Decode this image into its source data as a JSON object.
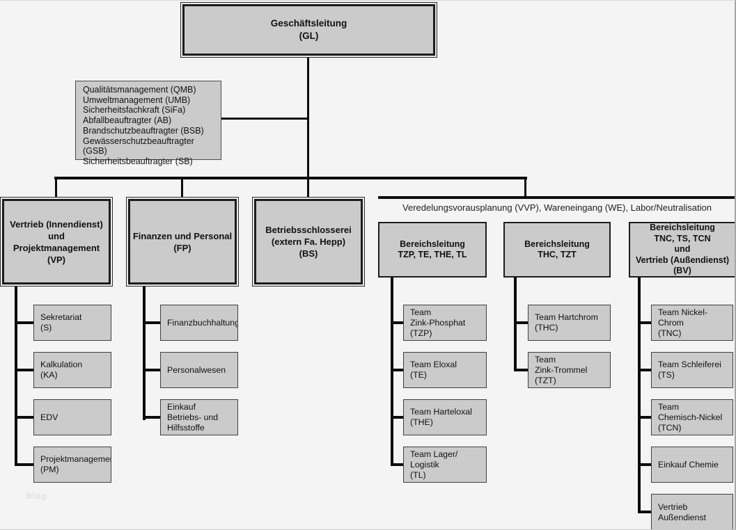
{
  "colors": {
    "background": "#f4f4f4",
    "box_fill": "#cbcbcb",
    "box_border": "#1c1c1c",
    "connector": "#0c0c0c"
  },
  "watermark": "blog",
  "top": {
    "label": "Geschäftsleitung\n(GL)"
  },
  "staff_box": {
    "lines": [
      "Qualitätsmanagement (QMB)",
      "Umweltmanagement (UMB)",
      "Sicherheitsfachkraft (SiFa)",
      "Abfallbeauftragter (AB)",
      "Brandschutzbeauftragter (BSB)",
      "Gewässerschutzbeauftragter (GSB)",
      "Sicherheitsbeauftragter (SB)"
    ]
  },
  "group_label": "Veredelungsvorausplanung (VVP), Wareneingang (WE), Labor/Neutralisation",
  "departments": [
    {
      "id": "vp",
      "label": "Vertrieb (Innendienst)\nund\nProjektmanagement\n(VP)",
      "children": [
        "Sekretariat\n(S)",
        "Kalkulation\n(KA)",
        "EDV",
        "Projektmanagement\n(PM)"
      ]
    },
    {
      "id": "fp",
      "label": "Finanzen und Personal\n(FP)",
      "children": [
        "Finanzbuchhaltung",
        "Personalwesen",
        "Einkauf\nBetriebs- und\nHilfsstoffe"
      ]
    },
    {
      "id": "bs",
      "label": "Betriebsschlosserei\n(extern Fa. Hepp)\n(BS)",
      "children": []
    },
    {
      "id": "bl1",
      "label": "Bereichsleitung\nTZP, TE, THE, TL",
      "children": [
        "Team\nZink-Phosphat\n(TZP)",
        "Team Eloxal\n(TE)",
        "Team Harteloxal\n(THE)",
        "Team Lager/ Logistik\n(TL)"
      ]
    },
    {
      "id": "bl2",
      "label": "Bereichsleitung\nTHC, TZT",
      "children": [
        "Team Hartchrom\n(THC)",
        "Team\nZink-Trommel\n(TZT)"
      ]
    },
    {
      "id": "bl3",
      "label": "Bereichsleitung\nTNC, TS, TCN\nund\nVertrieb (Außendienst)\n(BV)",
      "children": [
        "Team Nickel-Chrom\n(TNC)",
        "Team Schleiferei\n(TS)",
        "Team\nChemisch-Nickel\n(TCN)",
        "Einkauf Chemie",
        "Vertrieb\nAußendienst"
      ]
    }
  ]
}
